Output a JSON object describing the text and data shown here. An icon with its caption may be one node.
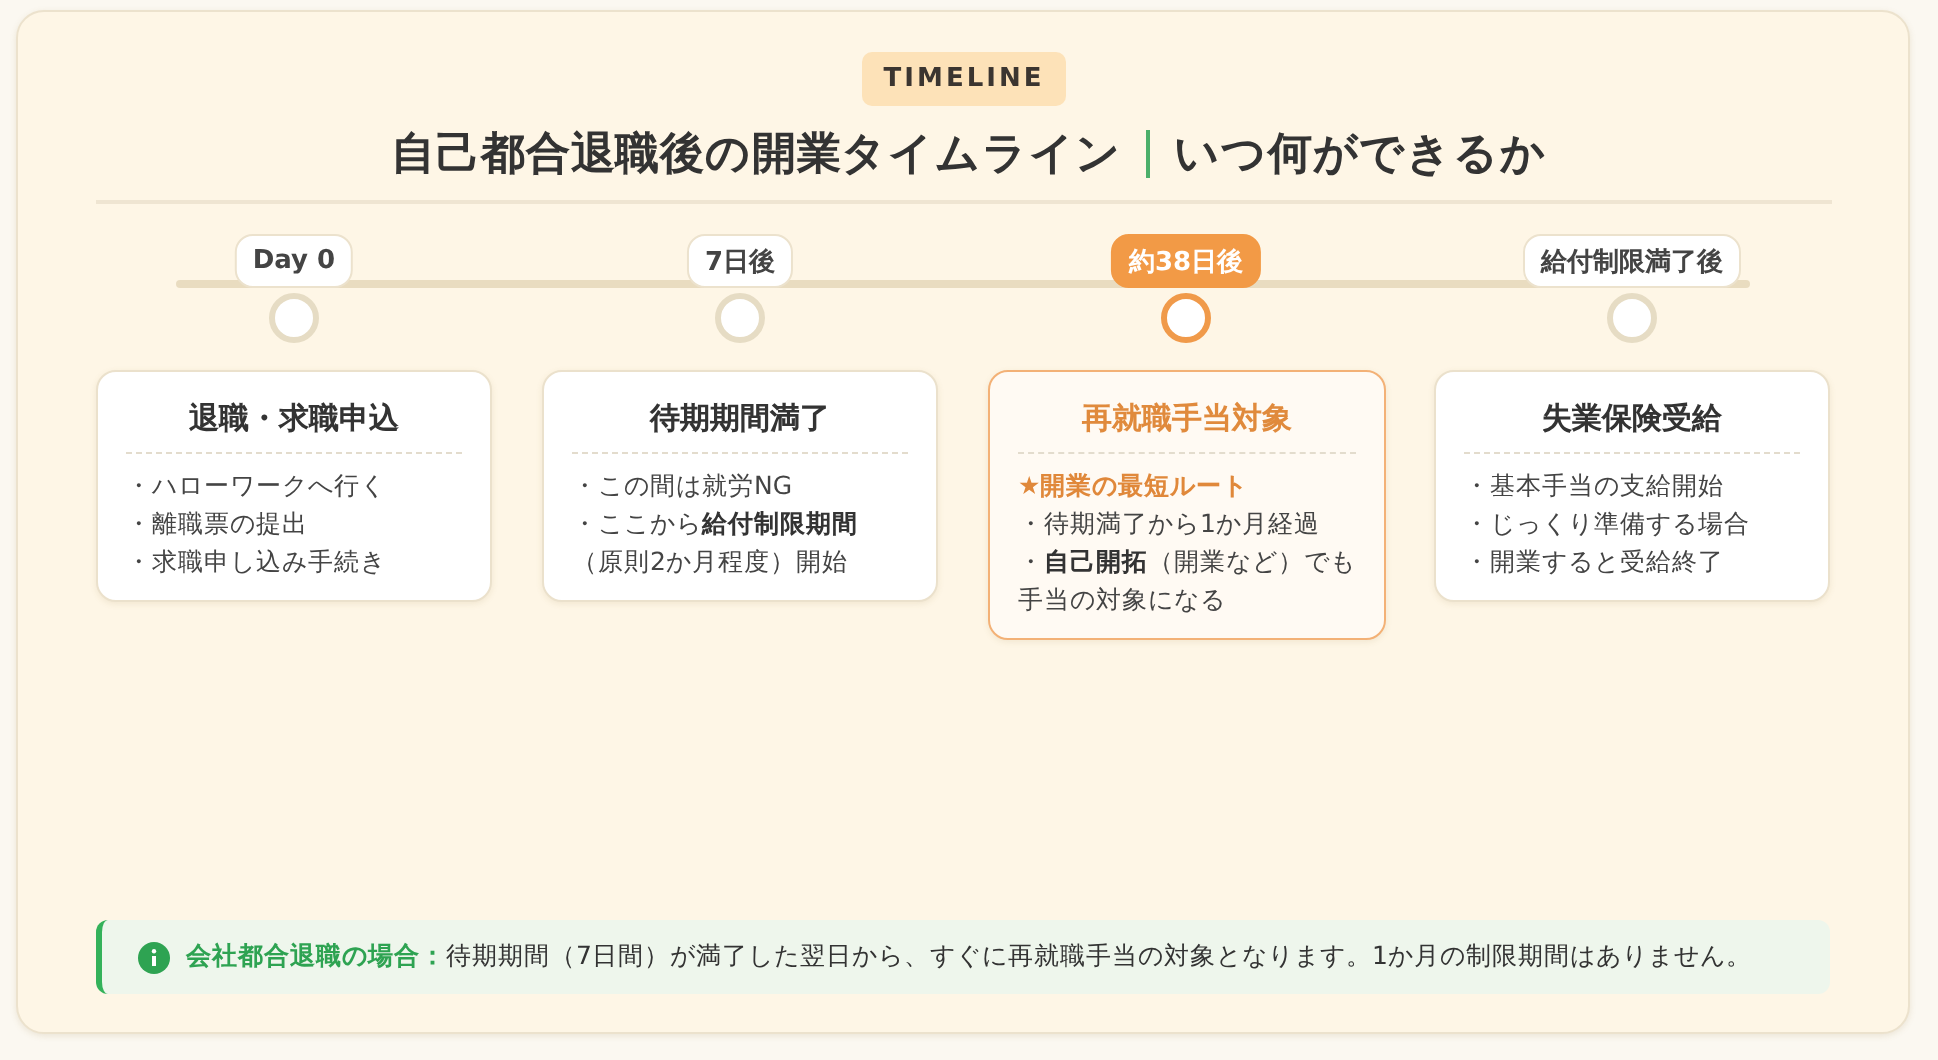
{
  "diagram": {
    "title": "自己都合退職後の開業タイムライン",
    "nodes": [
      {
        "text": [
          "TIMELINE"
        ]
      },
      {
        "text": [
          "Day 0"
        ]
      },
      {
        "text": [
          "7日後"
        ]
      },
      {
        "text": [
          "約38日後"
        ]
      },
      {
        "text": [
          "給付制限満了後"
        ]
      },
      {
        "text": [
          "退職・求職申込",
          "・ハローワークへ行く",
          "・離職票の提出",
          "・求職申し込み手続き"
        ]
      },
      {
        "text": [
          "待期期間満了",
          "・この間は就労NG",
          "・ここから**給付制限期間**（原則2か月程度）開始"
        ]
      },
      {
        "text": [
          "再就職手当対象",
          "★開業の最短ルート",
          "・待期満了から1か月経過",
          "・**自己開拓**（開業など）でも手当の対象になる"
        ]
      },
      {
        "text": [
          "失業保険受給",
          "・基本手当の支給開始",
          "・じっくり準備する場合",
          "・開業すると受給終了"
        ]
      },
      {
        "text": [
          "**会社都合退職の場合：**待期期間（7日間）が満了した翌日から、すぐに再就職手当の対象となります。1か月の制限期間はありません。"
        ]
      }
    ],
    "labels": [
      "いつ何ができるか"
    ]
  }
}
